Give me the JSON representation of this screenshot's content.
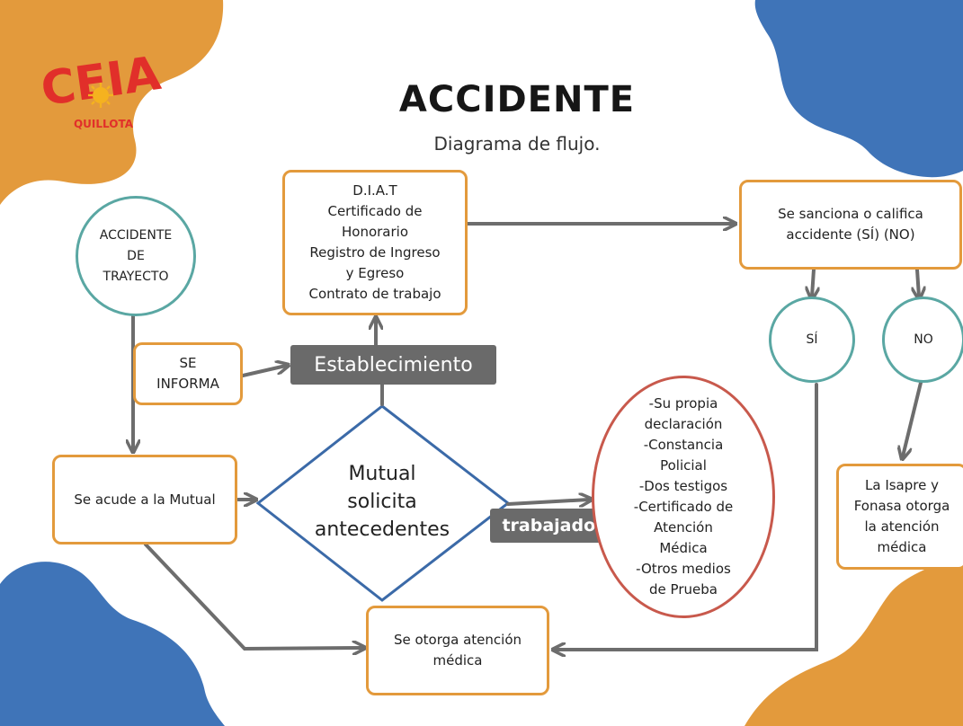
{
  "colors": {
    "orange_blob": "#e39a3c",
    "blue_blob": "#3f74b8",
    "box_border": "#e39a3c",
    "circle_border": "#5aa7a3",
    "diamond_border": "#3b6aa8",
    "ellipse_border": "#c8594c",
    "arrow": "#6d6d6d",
    "tag_bg": "#6a6a6a",
    "logo_red": "#e12f2a"
  },
  "logo": {
    "letters": "CEIA",
    "place": "QUILLOTA",
    "icon": "sun-icon"
  },
  "header": {
    "title": "ACCIDENTE",
    "subtitle": "Diagrama de flujo."
  },
  "nodes": {
    "trayecto": "ACCIDENTE\nDE\nTRAYECTO",
    "se_informa": "SE\nINFORMA",
    "mutual": "Se acude a la Mutual",
    "documents": "D.I.A.T\nCertificado de\nHonorario\nRegistro de Ingreso\ny Egreso\nContrato de trabajo",
    "establecimiento": "Establecimiento",
    "diamond": "Mutual\nsolicita\nantecedentes",
    "trabajador": "trabajador",
    "evidence": "-Su propia\ndeclaración\n-Constancia\nPolicial\n-Dos testigos\n-Certificado de\nAtención\nMédica\n-Otros medios\nde Prueba",
    "sanciona": "Se sanciona o califica\naccidente (SÍ) (NO)",
    "si": "SÍ",
    "no": "NO",
    "isapre": "La Isapre y\nFonasa otorga\nla atención\nmédica",
    "atencion": "Se otorga atención\nmédica"
  }
}
